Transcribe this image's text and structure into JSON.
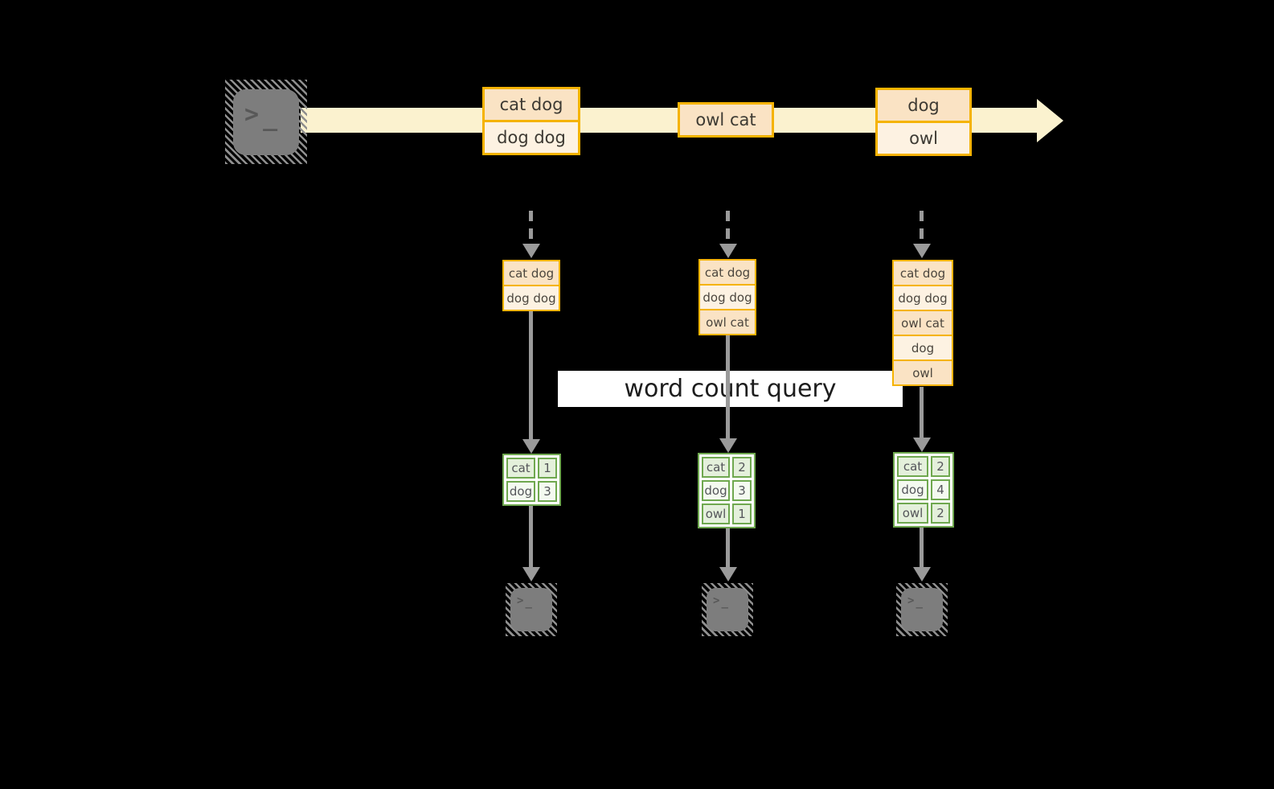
{
  "query": {
    "label": "word count query"
  },
  "icons": {
    "source": "terminal-icon",
    "sink": "terminal-icon",
    "prompt": ">",
    "cursor": "_"
  },
  "colors": {
    "background": "#000000",
    "stream_fill": "#FBF2CF",
    "record_border": "#F5B301",
    "record_fill_dark": "#FAE3C4",
    "record_fill_light": "#FDF2E2",
    "table_border": "#6FA84F",
    "table_cell_dark": "#E4F0DB",
    "table_cell_light": "#F4FAF0",
    "arrow_gray": "#9A9A9A",
    "terminal_gray": "#7D7D7D"
  },
  "stream": {
    "batches": [
      {
        "lines": [
          "cat dog",
          "dog dog"
        ]
      },
      {
        "lines": [
          "owl cat"
        ]
      },
      {
        "lines": [
          "dog",
          "owl"
        ]
      }
    ]
  },
  "pipelines": [
    {
      "state": [
        "cat dog",
        "dog dog"
      ],
      "counts": [
        {
          "word": "cat",
          "count": 1
        },
        {
          "word": "dog",
          "count": 3
        }
      ]
    },
    {
      "state": [
        "cat dog",
        "dog dog",
        "owl cat"
      ],
      "counts": [
        {
          "word": "cat",
          "count": 2
        },
        {
          "word": "dog",
          "count": 3
        },
        {
          "word": "owl",
          "count": 1
        }
      ]
    },
    {
      "state": [
        "cat dog",
        "dog dog",
        "owl cat",
        "dog",
        "owl"
      ],
      "counts": [
        {
          "word": "cat",
          "count": 2
        },
        {
          "word": "dog",
          "count": 4
        },
        {
          "word": "owl",
          "count": 2
        }
      ]
    }
  ]
}
